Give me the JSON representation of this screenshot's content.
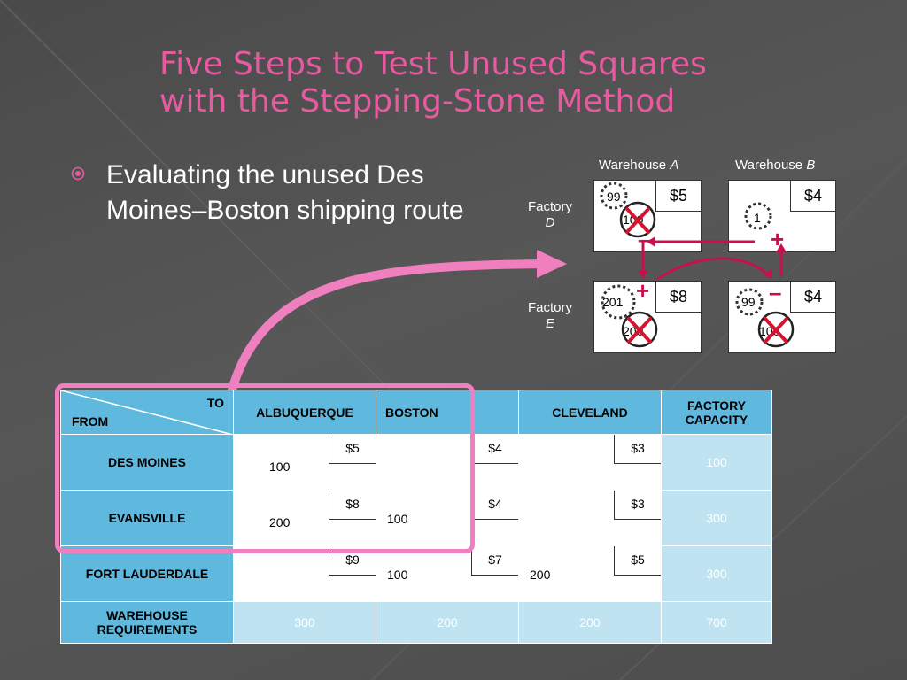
{
  "title": {
    "line1": "Five Steps to Test Unused Squares",
    "line2": "with the Stepping-Stone Method"
  },
  "bullet": {
    "icon": "circle-bullet-icon",
    "text": "Evaluating the unused Des Moines–Boston shipping route"
  },
  "diagram": {
    "warehouse_a": "Warehouse ",
    "warehouse_a_letter": "A",
    "warehouse_b": "Warehouse ",
    "warehouse_b_letter": "B",
    "factory_d": "Factory",
    "factory_d_letter": "D",
    "factory_e": "Factory",
    "factory_e_letter": "E",
    "cells": {
      "da_cost": "$5",
      "da_old": "100",
      "da_new": "99",
      "db_cost": "$4",
      "db_new": "1",
      "ea_cost": "$8",
      "ea_old": "200",
      "ea_new": "201",
      "eb_cost": "$4",
      "eb_old": "100",
      "eb_new": "99"
    },
    "signs": {
      "plus": "+",
      "minus": "–"
    },
    "colors": {
      "path": "#c8104f",
      "cross": "#d3132f"
    }
  },
  "table": {
    "to": "TO",
    "from": "FROM",
    "columns": [
      "ALBUQUERQUE",
      "BOSTON",
      "CLEVELAND"
    ],
    "capacity_header": "FACTORY CAPACITY",
    "rows": [
      {
        "name": "DES MOINES",
        "costs": [
          "$5",
          "$4",
          "$3"
        ],
        "amounts": [
          "100",
          "",
          ""
        ],
        "capacity": "100"
      },
      {
        "name": "EVANSVILLE",
        "costs": [
          "$8",
          "$4",
          "$3"
        ],
        "amounts": [
          "200",
          "100",
          ""
        ],
        "capacity": "300"
      },
      {
        "name": "FORT LAUDERDALE",
        "costs": [
          "$9",
          "$7",
          "$5"
        ],
        "amounts": [
          "",
          "100",
          "200"
        ],
        "capacity": "300"
      }
    ],
    "requirements_label": "WAREHOUSE REQUIREMENTS",
    "requirements": [
      "300",
      "200",
      "200"
    ],
    "total": "700"
  },
  "colors": {
    "title": "#e85aa0",
    "header": "#5fb8dd",
    "light": "#bfe3f0",
    "highlight": "#f07fc0"
  }
}
